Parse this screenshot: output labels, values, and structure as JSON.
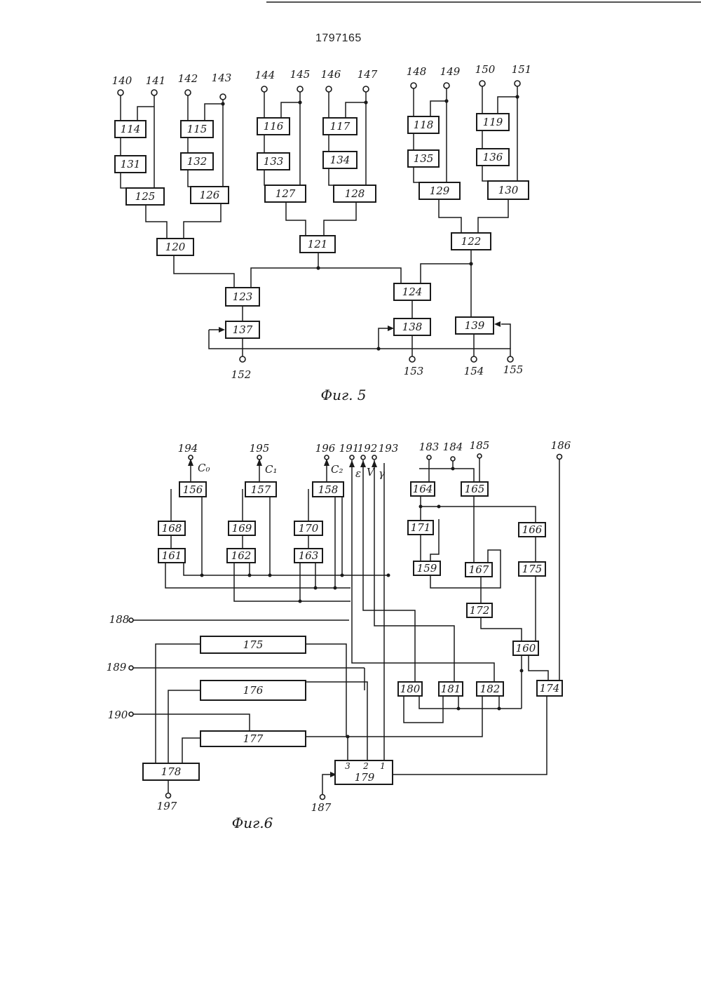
{
  "page_number": "1797165",
  "fig5": {
    "caption": "Фиг. 5",
    "blocks": {
      "b114": "114",
      "b115": "115",
      "b116": "116",
      "b117": "117",
      "b118": "118",
      "b119": "119",
      "b131": "131",
      "b132": "132",
      "b133": "133",
      "b134": "134",
      "b135": "135",
      "b136": "136",
      "b125": "125",
      "b126": "126",
      "b127": "127",
      "b128": "128",
      "b129": "129",
      "b130": "130",
      "b120": "120",
      "b121": "121",
      "b122": "122",
      "b123": "123",
      "b124": "124",
      "b137": "137",
      "b138": "138",
      "b139": "139"
    },
    "terminals": {
      "t140": "140",
      "t141": "141",
      "t142": "142",
      "t143": "143",
      "t144": "144",
      "t145": "145",
      "t146": "146",
      "t147": "147",
      "t148": "148",
      "t149": "149",
      "t150": "150",
      "t151": "151",
      "t152": "152",
      "t153": "153",
      "t154": "154",
      "t155": "155"
    }
  },
  "fig6": {
    "caption": "Фиг.6",
    "blocks": {
      "b156": "156",
      "b157": "157",
      "b158": "158",
      "b168": "168",
      "b169": "169",
      "b170": "170",
      "b161": "161",
      "b162": "162",
      "b163": "163",
      "b164": "164",
      "b165": "165",
      "b166": "166",
      "b171": "171",
      "b159": "159",
      "b167": "167",
      "b175r": "175",
      "b172": "172",
      "b160": "160",
      "b175": "175",
      "b176": "176",
      "b177": "177",
      "b178": "178",
      "b179": "179",
      "b180": "180",
      "b181": "181",
      "b182": "182",
      "b174": "174"
    },
    "pins_179": {
      "p3": "3",
      "p2": "2",
      "p1": "1"
    },
    "terminals": {
      "t194": "194",
      "t195": "195",
      "t196": "196",
      "t191": "191",
      "t192": "192",
      "t193": "193",
      "t183": "183",
      "t184": "184",
      "t185": "185",
      "t186": "186",
      "t188": "188",
      "t189": "189",
      "t190": "190",
      "t197": "197",
      "t187": "187"
    },
    "signals": {
      "c0": "C₀",
      "c1": "C₁",
      "c2": "C₂",
      "eps": "ε",
      "vee": "V",
      "gam": "γ"
    }
  }
}
